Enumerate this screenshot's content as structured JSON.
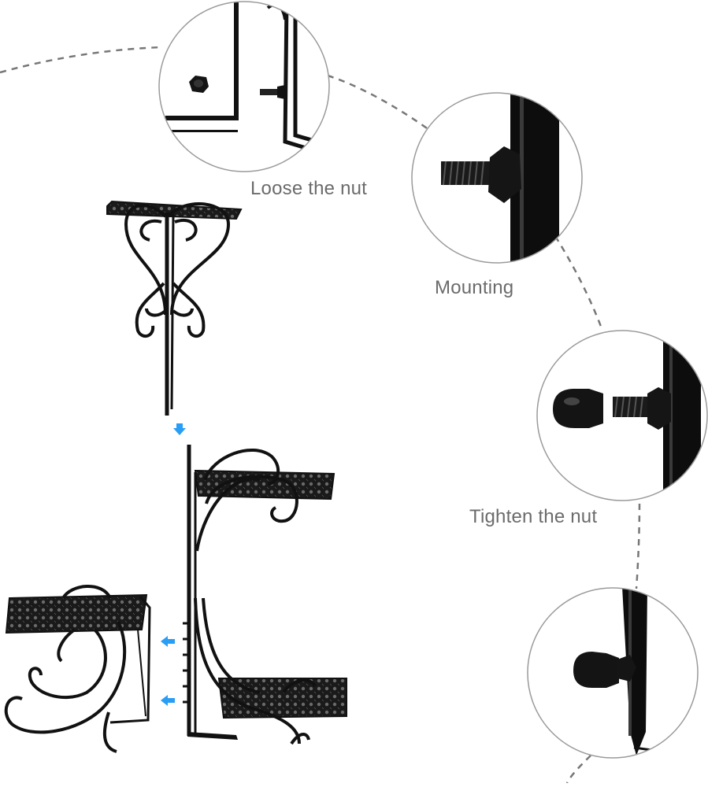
{
  "captions": {
    "loose": "Loose the nut",
    "mounting": "Mounting",
    "tighten": "Tighten the nut"
  },
  "colors": {
    "background": "#ffffff",
    "metal": "#111111",
    "caption_text": "#6b6b6b",
    "circle_border": "#9a9a9a",
    "dashed_line": "#777777",
    "arrow": "#2a9df4"
  }
}
